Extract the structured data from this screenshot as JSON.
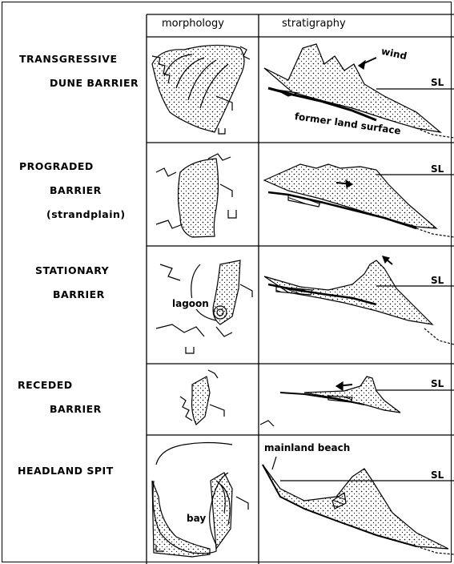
{
  "headers": {
    "morphology": "morphology",
    "stratigraphy": "stratigraphy"
  },
  "rows": [
    {
      "label_lines": [
        "TRANSGRESSIVE",
        "DUNE BARRIER"
      ]
    },
    {
      "label_lines": [
        "PROGRADED",
        "BARRIER",
        "(strandplain)"
      ]
    },
    {
      "label_lines": [
        "STATIONARY",
        "BARRIER"
      ]
    },
    {
      "label_lines": [
        "RECEDED",
        "BARRIER"
      ]
    },
    {
      "label_lines": [
        "HEADLAND SPIT"
      ]
    }
  ],
  "annotations": {
    "wind": "wind",
    "sl": "SL",
    "former_land_surface": "former land surface",
    "lagoon": "lagoon",
    "bay": "bay",
    "mainland_beach": "mainland beach"
  }
}
